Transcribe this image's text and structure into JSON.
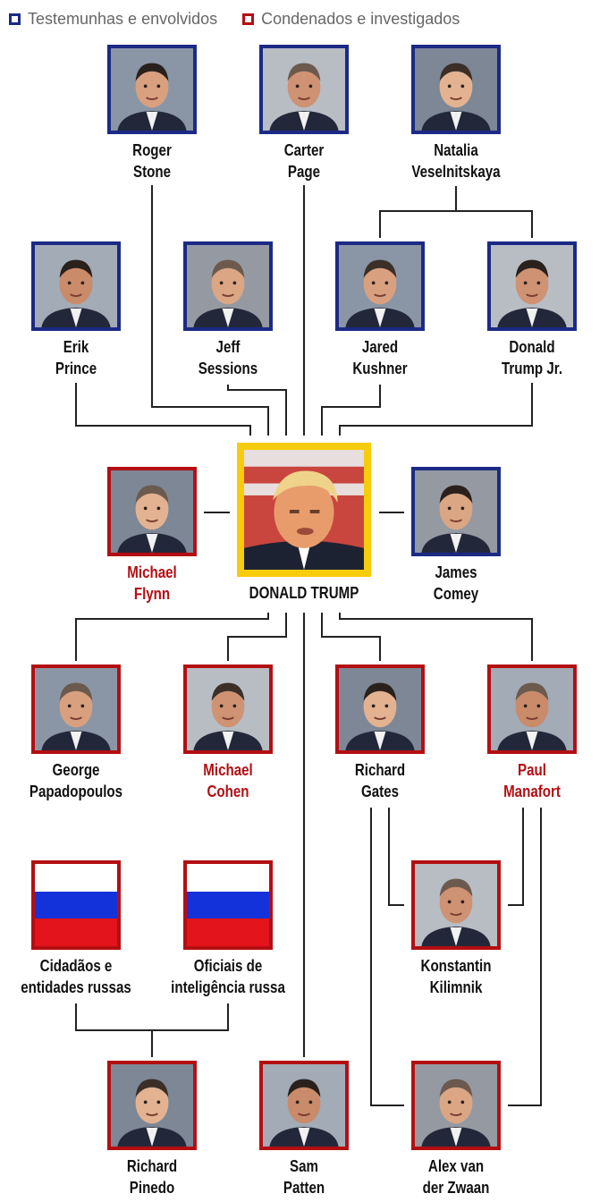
{
  "colors": {
    "witness": "#1b2a85",
    "convicted": "#b40e12",
    "trump": "#f6cc0c",
    "line": "#222222",
    "convicted_text": "#b40e12",
    "flag_white": "#ffffff",
    "flag_blue": "#1332d9",
    "flag_red": "#e3141b"
  },
  "legend": [
    {
      "label": "Testemunhas e envolvidos",
      "role": "witness"
    },
    {
      "label": "Condenados e investigados",
      "role": "convicted"
    }
  ],
  "people": [
    {
      "id": "roger-stone",
      "lines": [
        "Roger",
        "Stone"
      ],
      "role": "witness"
    },
    {
      "id": "carter-page",
      "lines": [
        "Carter",
        "Page"
      ],
      "role": "witness"
    },
    {
      "id": "natalia-veselnitskaya",
      "lines": [
        "Natalia",
        "Veselnitskaya"
      ],
      "role": "witness"
    },
    {
      "id": "erik-prince",
      "lines": [
        "Erik",
        "Prince"
      ],
      "role": "witness"
    },
    {
      "id": "jeff-sessions",
      "lines": [
        "Jeff",
        "Sessions"
      ],
      "role": "witness"
    },
    {
      "id": "jared-kushner",
      "lines": [
        "Jared",
        "Kushner"
      ],
      "role": "witness"
    },
    {
      "id": "donald-trump-jr",
      "lines": [
        "Donald",
        "Trump Jr."
      ],
      "role": "witness"
    },
    {
      "id": "michael-flynn",
      "lines": [
        "Michael",
        "Flynn"
      ],
      "role": "convicted",
      "highlight": true
    },
    {
      "id": "donald-trump",
      "lines": [
        "DONALD TRUMP"
      ],
      "role": "trump"
    },
    {
      "id": "james-comey",
      "lines": [
        "James",
        "Comey"
      ],
      "role": "witness"
    },
    {
      "id": "george-papadopoulos",
      "lines": [
        "George",
        "Papadopoulos"
      ],
      "role": "convicted"
    },
    {
      "id": "michael-cohen",
      "lines": [
        "Michael",
        "Cohen"
      ],
      "role": "convicted",
      "highlight": true
    },
    {
      "id": "richard-gates",
      "lines": [
        "Richard",
        "Gates"
      ],
      "role": "convicted"
    },
    {
      "id": "paul-manafort",
      "lines": [
        "Paul",
        "Manafort"
      ],
      "role": "convicted",
      "highlight": true
    },
    {
      "id": "cidadaos-entidades-russas",
      "lines": [
        "Cidadãos e",
        "entidades russas"
      ],
      "role": "convicted",
      "flag": true
    },
    {
      "id": "oficiais-inteligencia-russa",
      "lines": [
        "Oficiais de",
        "inteligência russa"
      ],
      "role": "convicted",
      "flag": true
    },
    {
      "id": "konstantin-kilimnik",
      "lines": [
        "Konstantin",
        "Kilimnik"
      ],
      "role": "convicted"
    },
    {
      "id": "richard-pinedo",
      "lines": [
        "Richard",
        "Pinedo"
      ],
      "role": "convicted"
    },
    {
      "id": "sam-patten",
      "lines": [
        "Sam",
        "Patten"
      ],
      "role": "convicted"
    },
    {
      "id": "alex-van-der-zwaan",
      "lines": [
        "Alex van",
        "der Zwaan"
      ],
      "role": "convicted"
    }
  ]
}
